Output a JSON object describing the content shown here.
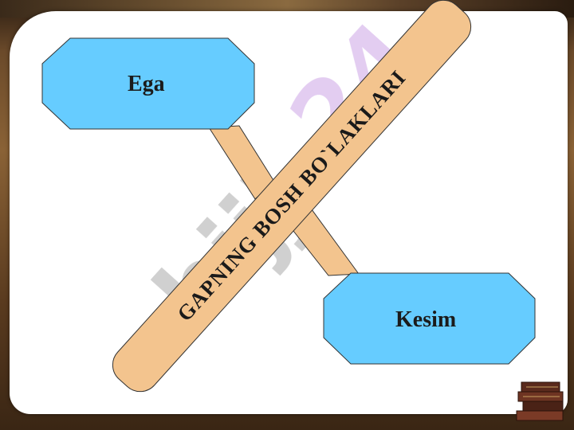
{
  "slide": {
    "box_top": "Ega",
    "box_bottom": "Kesim",
    "banner": "GAPNING BOSH BO`LAKLARI"
  },
  "colors": {
    "box_fill": "#66ccff",
    "banner_fill": "#f3c48e",
    "connector_fill": "#f3c48e",
    "outline": "#333333"
  },
  "icons": [
    "books-icon",
    "watermark-logo"
  ]
}
